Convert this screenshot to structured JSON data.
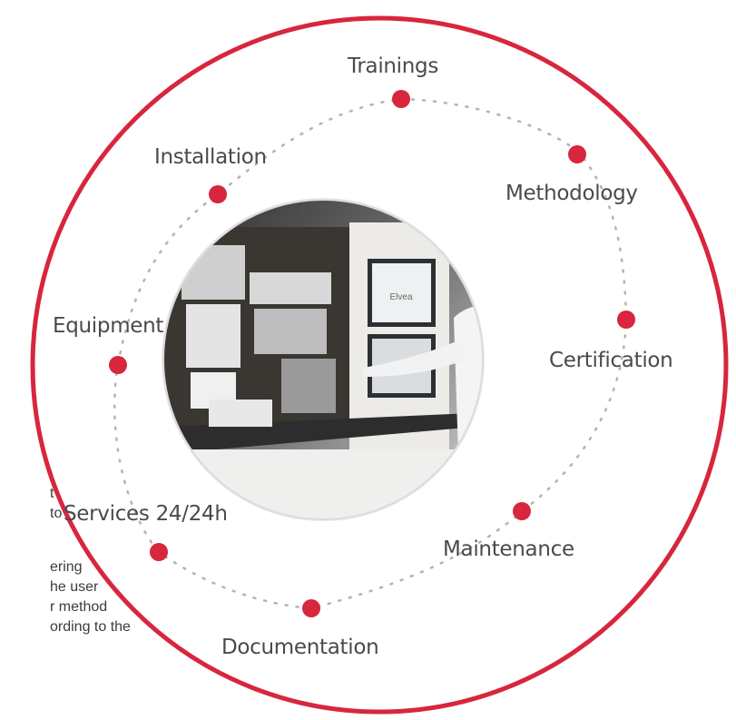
{
  "colors": {
    "ring": "#d7263d",
    "dot": "#d7263d",
    "dashed_path": "#b3b3b3",
    "label_text": "#4a4a4a"
  },
  "photo": {
    "icon": "laboratory-equipment-photo",
    "screen_brand_text": "Elvea"
  },
  "cycle_labels": [
    {
      "id": "trainings",
      "text": "Trainings"
    },
    {
      "id": "methodology",
      "text": "Methodology"
    },
    {
      "id": "certification",
      "text": "Certification"
    },
    {
      "id": "maintenance",
      "text": "Maintenance"
    },
    {
      "id": "documentation",
      "text": "Documentation"
    },
    {
      "id": "services",
      "text": "Services 24/24h"
    },
    {
      "id": "equipment",
      "text": "Equipment"
    },
    {
      "id": "installation",
      "text": "Installation"
    }
  ],
  "side_text_fragments": [
    "t",
    "to",
    "ering",
    "he user",
    "r  method",
    "ording to the"
  ]
}
